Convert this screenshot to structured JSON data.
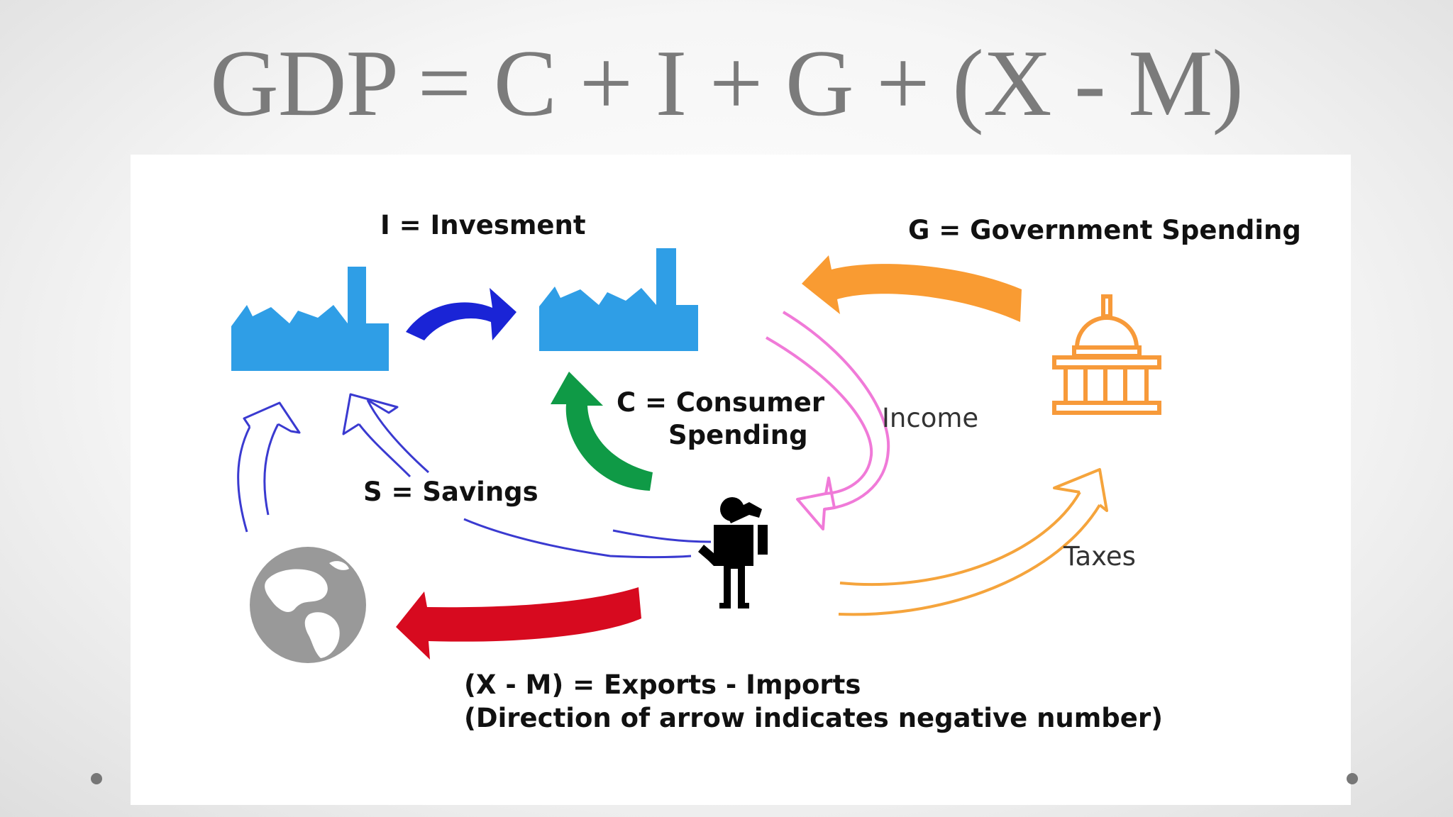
{
  "slide": {
    "title": "GDP = C + I + G + (X - M)"
  },
  "diagram": {
    "labels": {
      "investment": "I = Invesment",
      "government": "G = Government Spending",
      "consumer_line1": "C = Consumer",
      "consumer_line2": "Spending",
      "income": "Income",
      "savings": "S = Savings",
      "taxes": "Taxes",
      "net_exports_line1": "(X  - M) = Exports - Imports",
      "net_exports_line2": "(Direction of arrow indicates negative number)"
    },
    "colors": {
      "factory": "#2f9ee6",
      "investment_arrow": "#1a24d6",
      "government_arrow": "#f99b32",
      "government_icon": "#f79a3a",
      "consumer_arrow": "#0f9a46",
      "income_arrow": "#f07ad8",
      "savings_arrow": "#3a3ad0",
      "taxes_arrow": "#f5a43c",
      "net_exports_arrow": "#d70a1f",
      "globe": "#999999",
      "person": "#000000"
    },
    "icons": [
      "factory-icon",
      "factory-icon",
      "government-building-icon",
      "person-thinking-icon",
      "globe-icon"
    ]
  }
}
